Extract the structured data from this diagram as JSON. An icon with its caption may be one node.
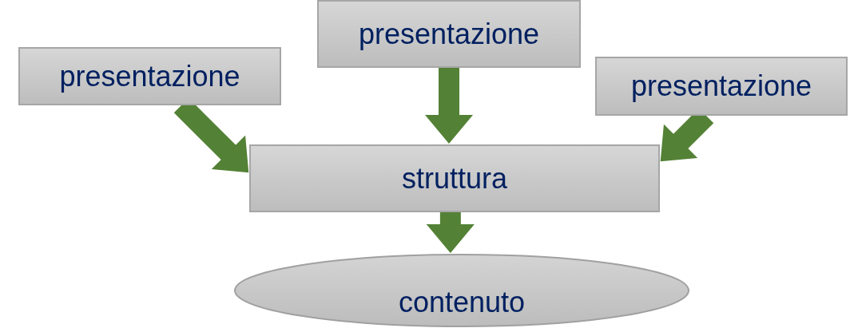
{
  "diagram": {
    "nodes": [
      {
        "text": [
          "presentazione"
        ]
      },
      {
        "text": [
          "presentazione"
        ]
      },
      {
        "text": [
          "presentazione"
        ]
      },
      {
        "text": [
          "struttura"
        ]
      },
      {
        "text": [
          "contenuto"
        ]
      }
    ],
    "edges": [
      {
        "from": 0,
        "to": 3,
        "arrow": "to"
      },
      {
        "from": 1,
        "to": 3,
        "arrow": "to"
      },
      {
        "from": 2,
        "to": 3,
        "arrow": "to"
      },
      {
        "from": 3,
        "to": 4,
        "arrow": "to"
      }
    ]
  }
}
